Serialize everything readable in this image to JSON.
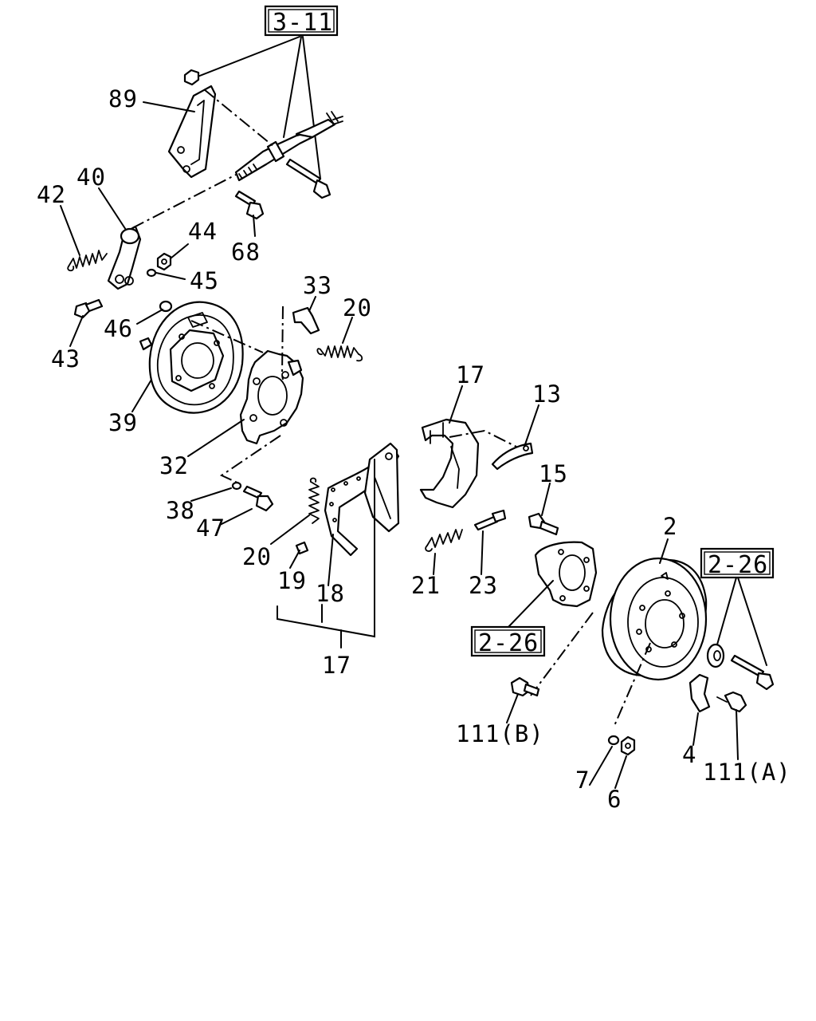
{
  "references": {
    "ref_3_11": "3-11",
    "ref_2_26_right": "2-26",
    "ref_2_26_hub": "2-26"
  },
  "callouts": {
    "p89": "89",
    "p40": "40",
    "p42": "42",
    "p44": "44",
    "p68": "68",
    "p45": "45",
    "p43": "43",
    "p46": "46",
    "p33": "33",
    "p20a": "20",
    "p39": "39",
    "p32": "32",
    "p38": "38",
    "p47": "47",
    "p17a": "17",
    "p13": "13",
    "p15": "15",
    "p20b": "20",
    "p19": "19",
    "p18": "18",
    "p17b": "17",
    "p21": "21",
    "p23": "23",
    "p2": "2",
    "p111b": "111(B)",
    "p7": "7",
    "p6": "6",
    "p4": "4",
    "p111a": "111(A)"
  }
}
